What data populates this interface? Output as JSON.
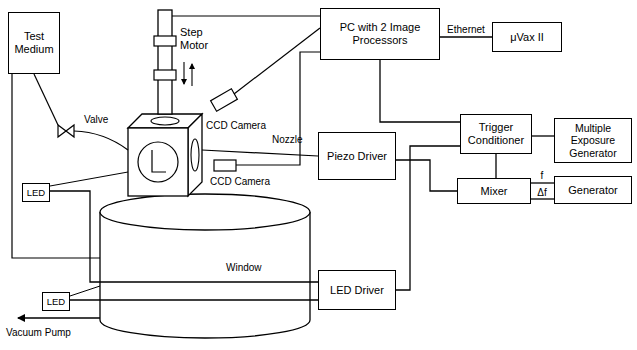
{
  "diagram": {
    "nodes": [
      {
        "text": [
          "Test Medium"
        ]
      },
      {
        "text": [
          "PC with 2 Image Processors"
        ]
      },
      {
        "text": [
          "μVax II"
        ]
      },
      {
        "text": [
          "Piezo Driver"
        ]
      },
      {
        "text": [
          "Trigger Conditioner"
        ]
      },
      {
        "text": [
          "Multiple Exposure Generator"
        ]
      },
      {
        "text": [
          "Mixer"
        ]
      },
      {
        "text": [
          "Generator"
        ]
      },
      {
        "text": [
          "LED Driver"
        ]
      },
      {
        "text": [
          "LED"
        ]
      },
      {
        "text": [
          "LED"
        ]
      }
    ],
    "edges": [
      {
        "from": 1,
        "to": 2,
        "arrow": "none",
        "label": "Ethernet"
      },
      {
        "from": 1,
        "to": 4,
        "arrow": "none"
      },
      {
        "from": 4,
        "to": 5,
        "arrow": "none"
      },
      {
        "from": 4,
        "to": 6,
        "arrow": "none"
      },
      {
        "from": 6,
        "to": 3,
        "arrow": "none"
      },
      {
        "from": 7,
        "to": 6,
        "arrow": "none",
        "label": "f"
      },
      {
        "from": 7,
        "to": 6,
        "arrow": "none",
        "label": "Δf"
      },
      {
        "from": 4,
        "to": 8,
        "arrow": "none"
      },
      {
        "from": 8,
        "to": 9,
        "arrow": "none"
      },
      {
        "from": 8,
        "to": 10,
        "arrow": "none"
      }
    ],
    "labels": [
      "Step Motor",
      "Valve",
      "CCD Camera",
      "Nozzle",
      "CCD Camera",
      "Window",
      "Vacuum Pump"
    ]
  }
}
